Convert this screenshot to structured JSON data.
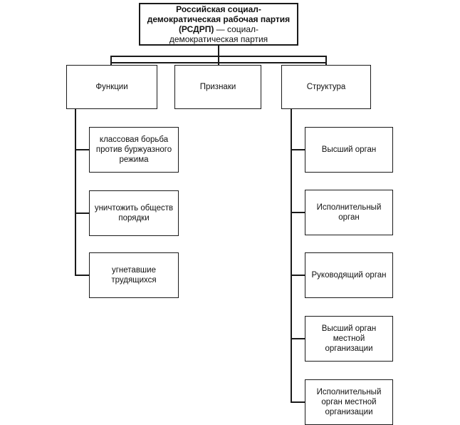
{
  "root": {
    "bold": "Российская социал-демократическая рабочая партия (РСДРП)",
    "rest": " — социал-демократическая партия"
  },
  "categories": [
    {
      "label": "Функции"
    },
    {
      "label": "Признаки"
    },
    {
      "label": "Структура"
    }
  ],
  "functions": [
    {
      "label": "классовая борьба\nпротив буржуазного\nрежима"
    },
    {
      "label": "уничтожить обществ\nпорядки"
    },
    {
      "label": "угнетавшие\nтрудящихся"
    }
  ],
  "structure": [
    {
      "label": "Высший орган"
    },
    {
      "label": "Исполнительный\nорган"
    },
    {
      "label": "Руководящий орган"
    },
    {
      "label": "Высший орган\nместной\nорганизации"
    },
    {
      "label": "Исполнительный\nорган местной\nорганизации"
    }
  ]
}
